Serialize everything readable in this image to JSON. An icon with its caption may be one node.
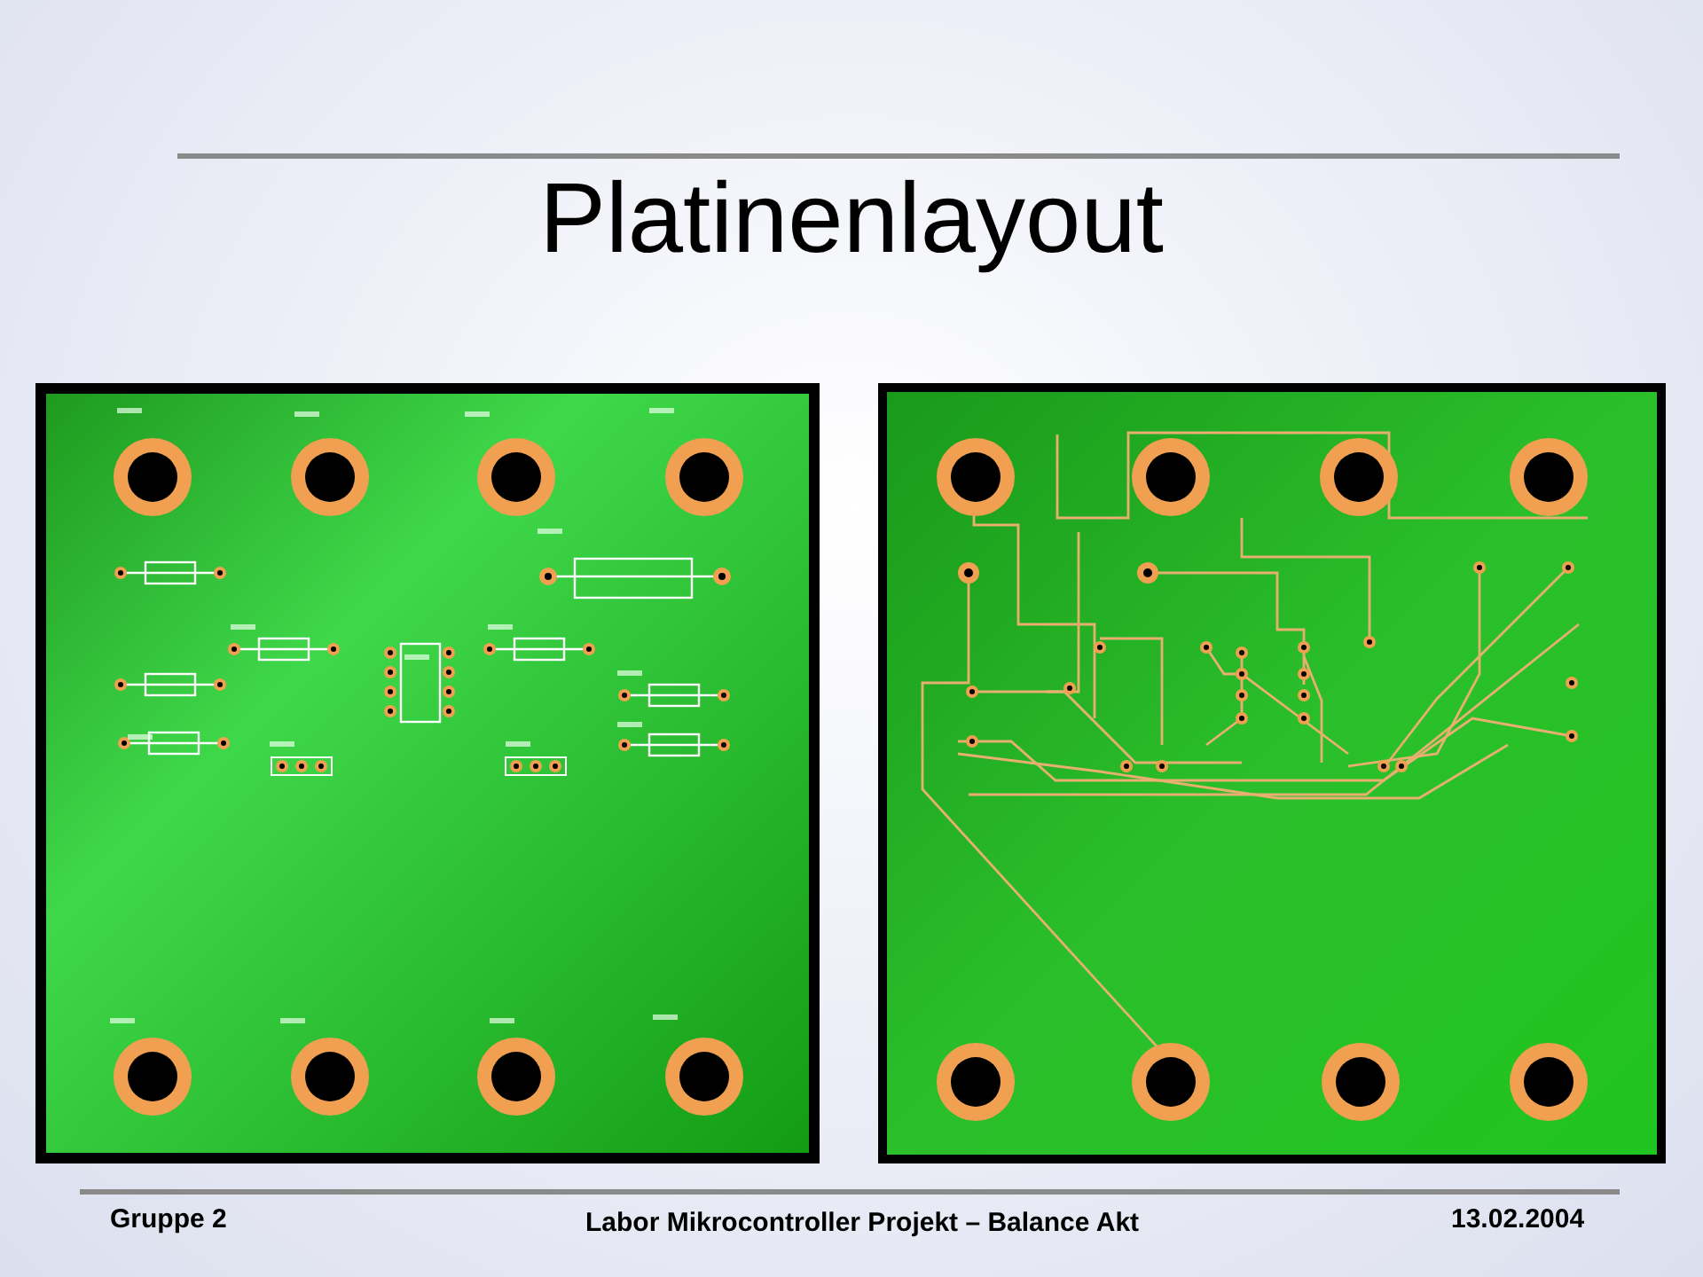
{
  "diagram": {
    "title": "Platinenlayout",
    "labels": [
      "Gruppe 2",
      "Labor Mikrocontroller Projekt – Balance Akt",
      "13.02.2004"
    ]
  }
}
